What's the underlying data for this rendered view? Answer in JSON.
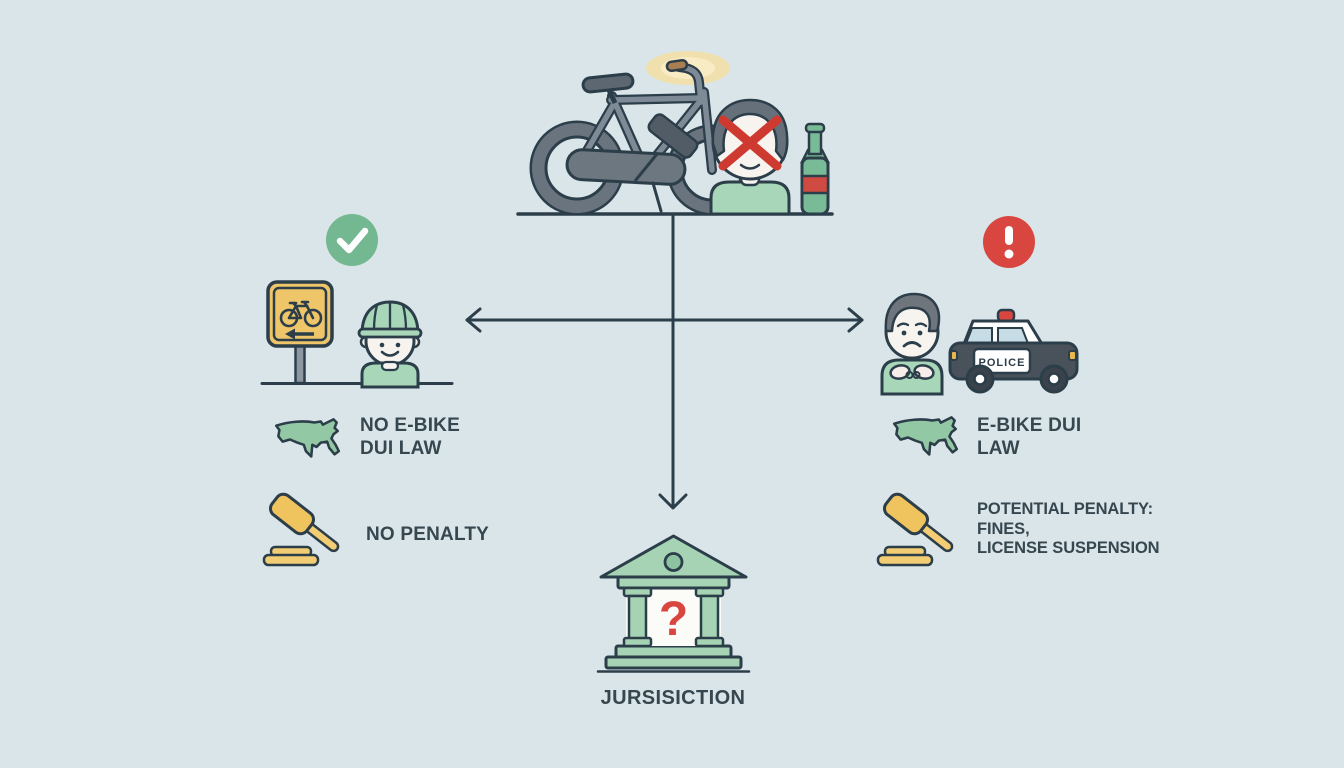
{
  "colors": {
    "background": "#d9e5e9",
    "outline": "#2c3e4a",
    "text": "#37474f",
    "green_fill": "#a8d6b8",
    "green_map": "#93c8a4",
    "green_check": "#73b890",
    "red_alert": "#d9453f",
    "yellow_sign": "#eec568",
    "yellow_gavel": "#f3cd74",
    "gray_bike": "#7e8a96"
  },
  "icons": [
    "ebike-icon",
    "drunk-rider-icon",
    "bottle-icon",
    "check-circle-icon",
    "alert-circle-icon",
    "bike-sign-icon",
    "helmet-rider-icon",
    "sad-arrested-person-icon",
    "police-car-icon",
    "us-map-icon",
    "gavel-icon",
    "courthouse-icon"
  ],
  "branches": {
    "left": {
      "status_icon": "check-circle-icon",
      "law": {
        "line1": "NO E-BIKE",
        "line2": "DUI LAW"
      },
      "penalty": {
        "line1": "NO PENALTY"
      }
    },
    "right": {
      "status_icon": "alert-circle-icon",
      "law": {
        "line1": "E-BIKE DUI",
        "line2": "LAW"
      },
      "penalty": {
        "line1": "POTENTIAL PENALTY:",
        "line2": "FINES,",
        "line3": "LICENSE SUSPENSION"
      }
    }
  },
  "center": {
    "police_car_label": "POLICE",
    "courthouse_question": "?",
    "jurisdiction_label": "JURSISICTION"
  }
}
